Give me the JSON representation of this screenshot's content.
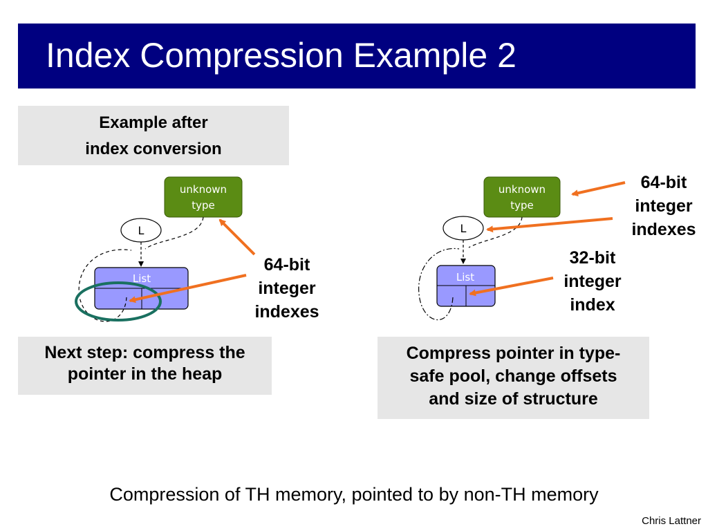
{
  "title": "Index Compression Example 2",
  "label_box": {
    "line1": "Example after",
    "line2": "index conversion"
  },
  "left_diagram": {
    "type_node": {
      "line1": "unknown",
      "line2": "type"
    },
    "l_node": "L",
    "list_node": "List",
    "callout": {
      "line1": "64-bit",
      "line2": "integer",
      "line3": "indexes"
    }
  },
  "right_diagram": {
    "type_node": {
      "line1": "unknown",
      "line2": "type"
    },
    "l_node": "L",
    "list_node": "List",
    "callout_64": {
      "line1": "64-bit",
      "line2": "integer",
      "line3": "indexes"
    },
    "callout_32": {
      "line1": "32-bit",
      "line2": "integer",
      "line3": "index"
    }
  },
  "next_step_box": {
    "line1": "Next step: compress the",
    "line2": "pointer in the heap"
  },
  "compress_box": {
    "line1": "Compress pointer in type-",
    "line2": "safe pool, change offsets",
    "line3": "and size of structure"
  },
  "footer": "Compression of TH memory, pointed to by non-TH memory",
  "author": "Chris Lattner",
  "colors": {
    "title_bg": "#000080",
    "box_bg": "#e6e6e6",
    "type_node": "#5b8c14",
    "list_node": "#9999ff",
    "arrow": "#f07020",
    "highlight_ellipse": "#1a7060"
  }
}
